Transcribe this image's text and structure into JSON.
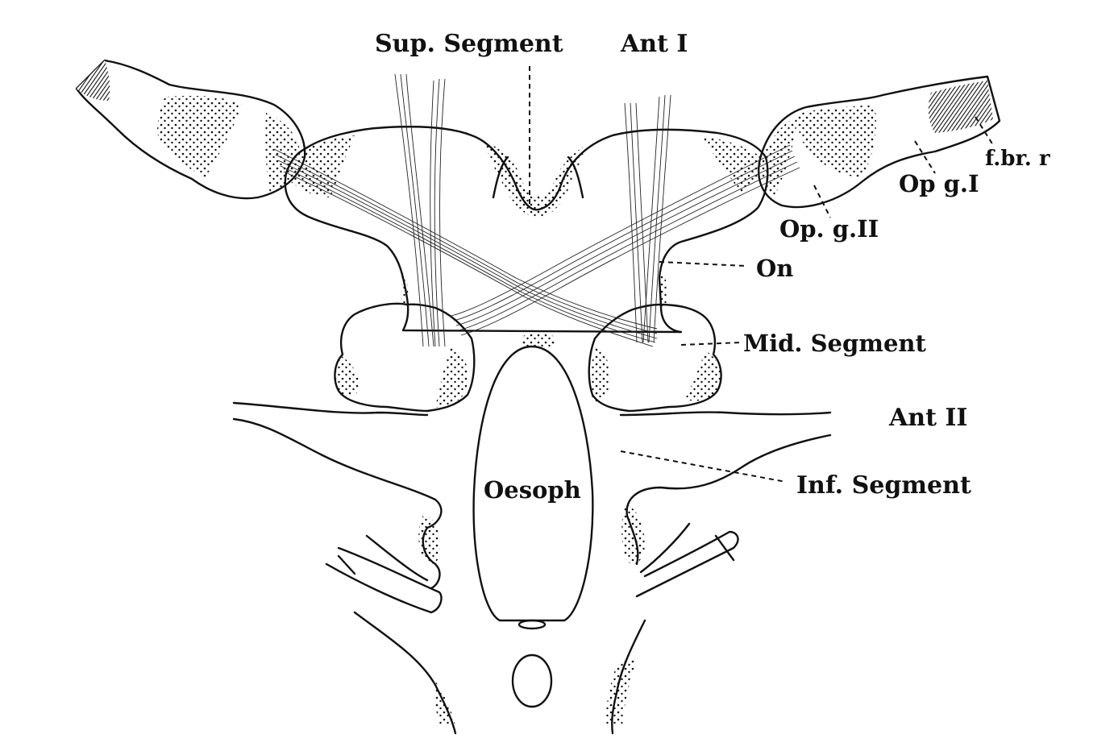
{
  "labels": {
    "sup_segment": "Sup. Segment",
    "ant_1": "Ant I",
    "f_br_r": "f.br. r",
    "op_g_1": "Op g.I",
    "op_g_2": "Op. g.II",
    "on": "On",
    "mid_segment": "Mid. Segment",
    "ant_2": "Ant II",
    "inf_segment": "Inf. Segment",
    "oesoph": "Oesoph"
  },
  "colors": {
    "ink": "#111111",
    "background": "#ffffff"
  }
}
